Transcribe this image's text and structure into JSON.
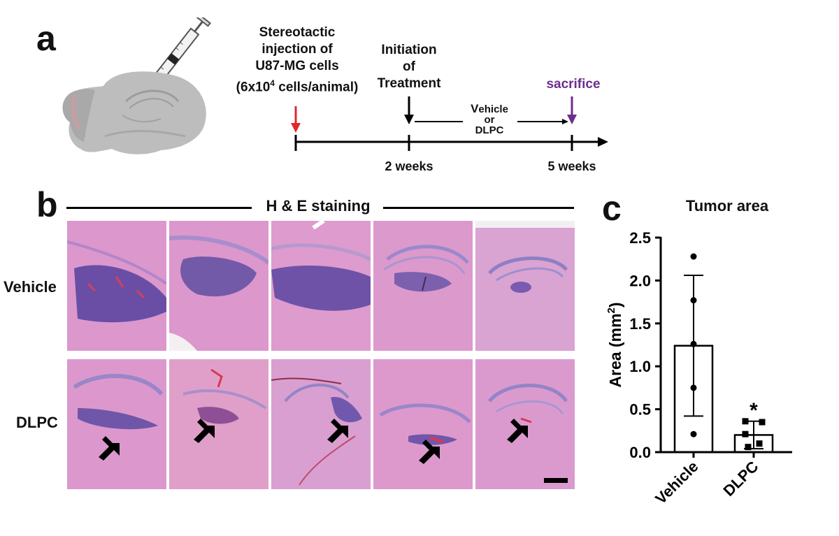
{
  "panels": {
    "a": "a",
    "b": "b",
    "c": "c"
  },
  "timeline": {
    "injection_lines": [
      "Stereotactic",
      "injection of",
      "U87-MG cells"
    ],
    "dose_prefix": "(6x10",
    "dose_exp": "4",
    "dose_suffix": " cells/animal)",
    "initiation_lines": [
      "Initiation",
      "of",
      "Treatment"
    ],
    "sacrifice": "sacrifice",
    "vehicle_big_v": "V",
    "vehicle_rest": "ehicle",
    "or": "or",
    "dlpc": "DLPC",
    "week2": "2 weeks",
    "week5": "5 weeks"
  },
  "histology": {
    "title": "H & E staining",
    "rows": [
      "Vehicle",
      "DLPC"
    ]
  },
  "colors": {
    "injection_arrow": "#e0282a",
    "sacrifice": "#6b2e8f",
    "tissue": "#d98fc9",
    "tumor": "#6a4ea5",
    "brain_silhouette": "#bdbdbd"
  },
  "chart_data": {
    "type": "bar",
    "title": "Tumor area",
    "ylabel_prefix": "Area (mm",
    "ylabel_exp": "2",
    "ylabel_suffix": ")",
    "categories": [
      "Vehicle",
      "DLPC"
    ],
    "ylim": [
      0,
      2.5
    ],
    "yticks": [
      "0.0",
      "0.5",
      "1.0",
      "1.5",
      "2.0",
      "2.5"
    ],
    "values": [
      1.24,
      0.2
    ],
    "error": [
      0.82,
      0.16
    ],
    "points": [
      [
        2.28,
        1.77,
        1.26,
        0.75,
        0.21
      ],
      [
        0.36,
        0.35,
        0.21,
        0.1,
        0.06
      ]
    ],
    "markers": [
      "circle",
      "square"
    ],
    "significance": [
      "",
      "*"
    ]
  }
}
